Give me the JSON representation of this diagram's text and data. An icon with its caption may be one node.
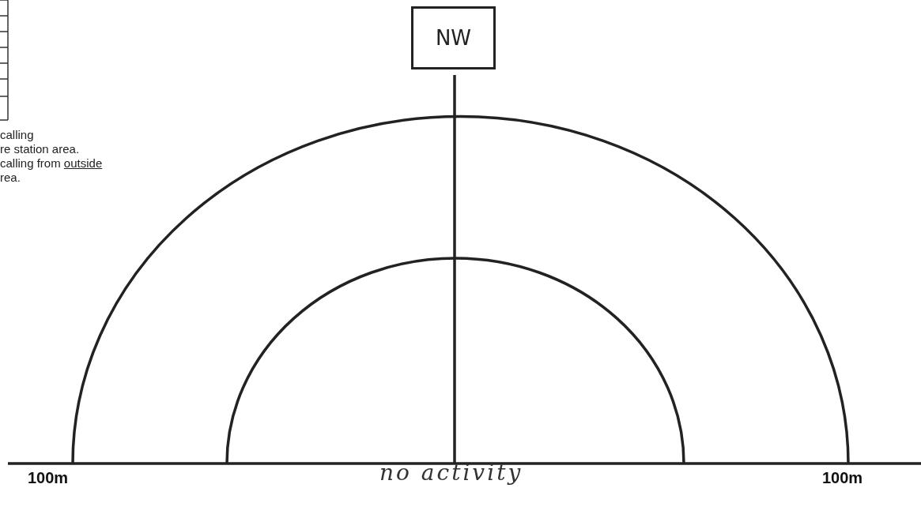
{
  "diagram": {
    "nodes": [
      {
        "text": [
          "NW"
        ]
      }
    ],
    "edges": [],
    "labels": [
      "calling",
      "re station area.",
      "calling from outside",
      "rea.",
      "100m",
      "no activity",
      "100m"
    ]
  }
}
